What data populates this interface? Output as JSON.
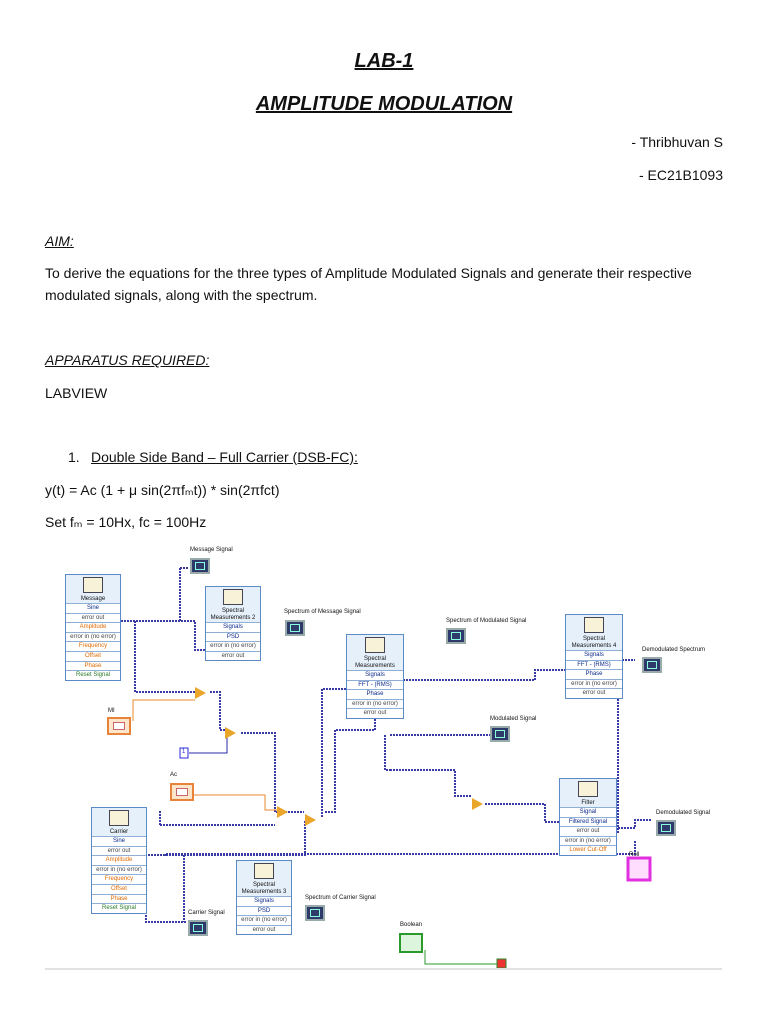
{
  "doc": {
    "lab_title": "LAB-1",
    "main_title": "AMPLITUDE MODULATION",
    "author": "- Thribhuvan S",
    "roll": "- EC21B1093",
    "aim_heading": "AIM:",
    "aim_text": "To derive the equations for the three types of Amplitude Modulated Signals and generate their respective modulated signals, along with the spectrum.",
    "apparatus_heading": "APPARATUS REQUIRED:",
    "apparatus_text": "LABVIEW",
    "section_number": "1.",
    "section_title": "Double Side Band – Full Carrier (DSB-FC):",
    "equation": "y(t) = Aᴄ (1 + μ sin(2πfₘt)) * sin(2πfᴄt)",
    "set_line": "Set fₘ = 10Hx, fᴄ = 100Hz"
  },
  "diagram": {
    "labels": {
      "message_signal": "Message Signal",
      "spectrum_message": "Spectrum of Message Signal",
      "spectrum_modulated": "Spectrum of Modulated Signal",
      "demodulated_spectrum": "Demodulated Spectrum",
      "modulated_signal": "Modulated Signal",
      "demodulated_signal": "Demodulated Signal",
      "carrier_signal": "Carrier Signal",
      "spectrum_carrier": "Spectrum of Carrier Signal",
      "mi": "MI",
      "ac": "Ac",
      "roll": "Roll",
      "boolean": "Boolean",
      "const_one": "1"
    },
    "message_block": {
      "title": "Message",
      "rows": [
        "Sine",
        "error out",
        "Amplitude",
        "error in (no error)",
        "Frequency",
        "Offset",
        "Phase",
        "Reset Signal"
      ]
    },
    "carrier_block": {
      "title": "Carrier",
      "rows": [
        "Sine",
        "error out",
        "Amplitude",
        "error in (no error)",
        "Frequency",
        "Offset",
        "Phase",
        "Reset Signal"
      ]
    },
    "spec2_block": {
      "title": "Spectral Measurements 2",
      "rows": [
        "Signals",
        "PSD",
        "error in (no error)",
        "error out"
      ]
    },
    "spec3_block": {
      "title": "Spectral Measurements 3",
      "rows": [
        "Signals",
        "PSD",
        "error in (no error)",
        "error out"
      ]
    },
    "spec_block": {
      "title": "Spectral Measurements",
      "rows": [
        "Signals",
        "FFT - (RMS)",
        "Phase",
        "error in (no error)",
        "error out"
      ]
    },
    "spec4_block": {
      "title": "Spectral Measurements 4",
      "rows": [
        "Signals",
        "FFT - (RMS)",
        "Phase",
        "error in (no error)",
        "error out"
      ]
    },
    "filter_block": {
      "title": "Filter",
      "rows": [
        "Signal",
        "Filtered Signal",
        "error out",
        "error in (no error)",
        "Lower Cut-Off"
      ]
    }
  }
}
